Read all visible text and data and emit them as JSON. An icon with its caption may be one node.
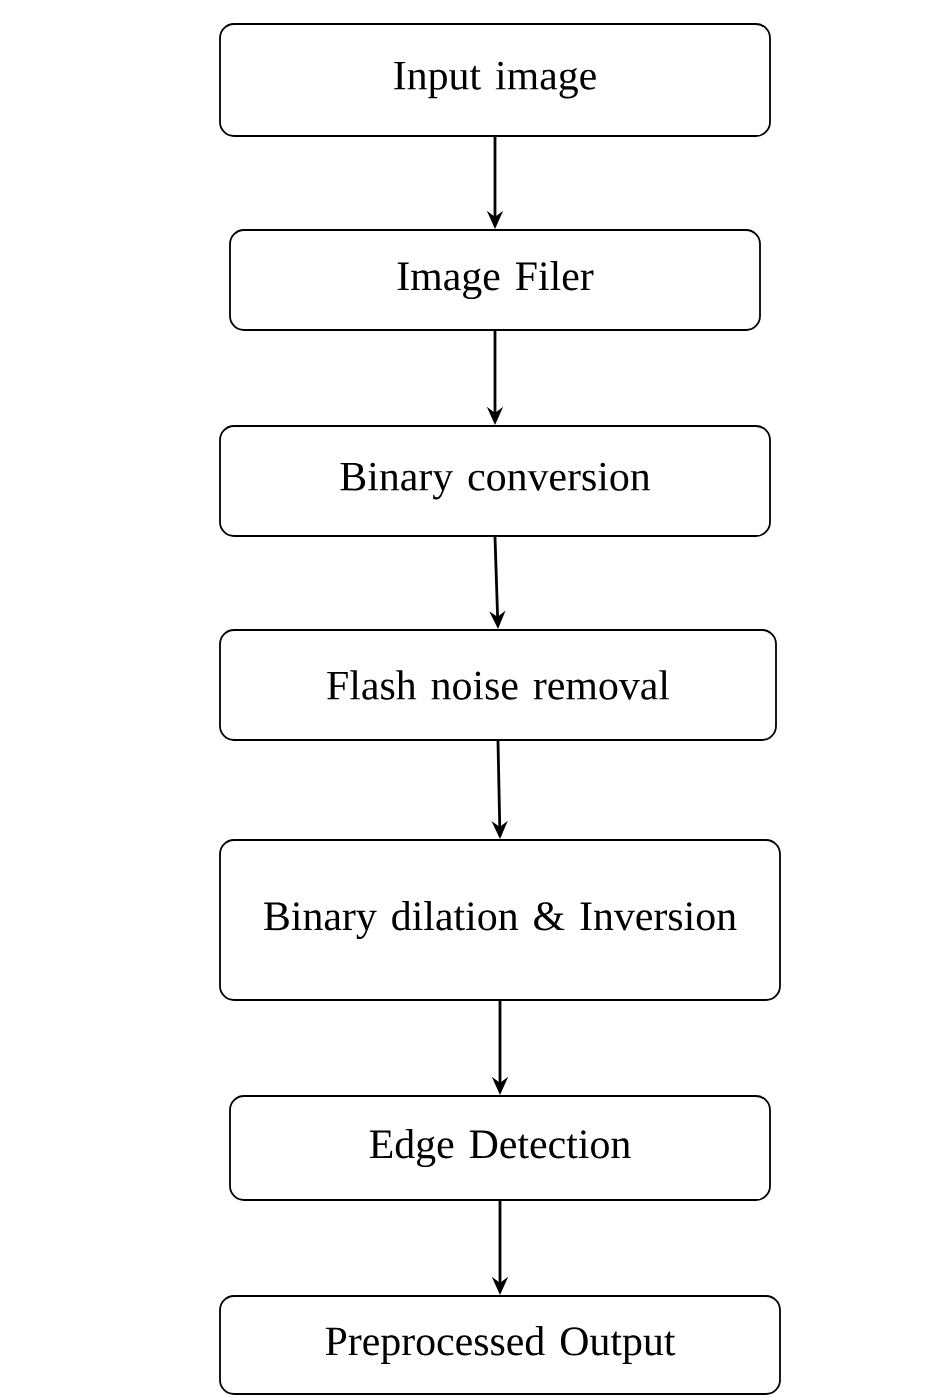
{
  "diagram": {
    "nodes": [
      {
        "text": [
          "Input image"
        ]
      },
      {
        "text": [
          "Image Filer"
        ]
      },
      {
        "text": [
          "Binary conversion"
        ]
      },
      {
        "text": [
          "Flash noise removal"
        ]
      },
      {
        "text": [
          "Binary dilation & Inversion"
        ]
      },
      {
        "text": [
          "Edge Detection"
        ]
      },
      {
        "text": [
          "Preprocessed Output"
        ]
      }
    ],
    "edges": [
      {
        "from": 0,
        "to": 1,
        "arrow": "to"
      },
      {
        "from": 1,
        "to": 2,
        "arrow": "to"
      },
      {
        "from": 2,
        "to": 3,
        "arrow": "to"
      },
      {
        "from": 3,
        "to": 4,
        "arrow": "to"
      },
      {
        "from": 4,
        "to": 5,
        "arrow": "to"
      },
      {
        "from": 5,
        "to": 6,
        "arrow": "to"
      }
    ]
  }
}
